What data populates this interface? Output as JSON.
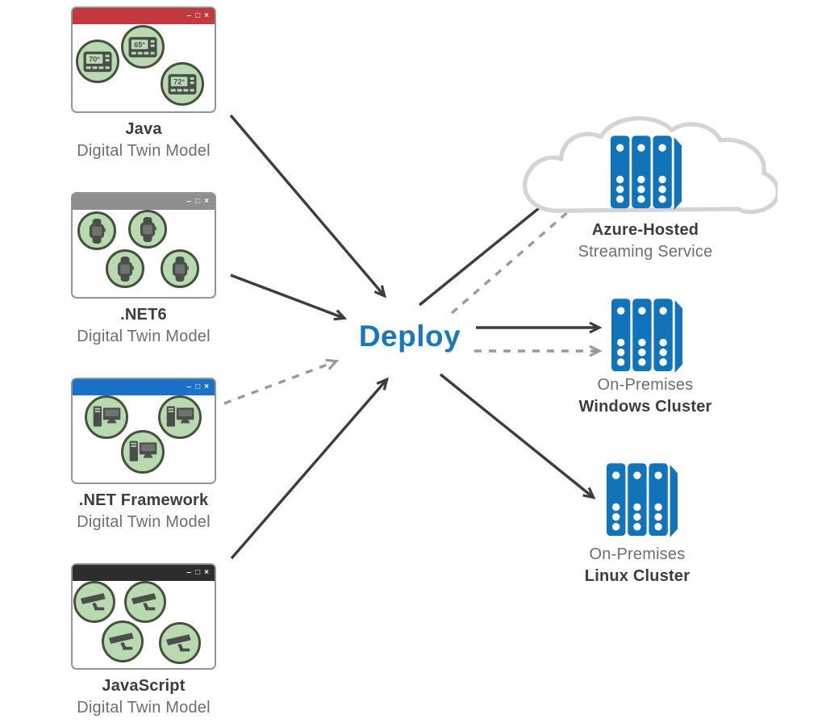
{
  "deploy_label": "Deploy",
  "window_controls": {
    "minimize": "–",
    "maximize": "□",
    "close": "×"
  },
  "sources": [
    {
      "name": "Java",
      "subtitle": "Digital Twin Model",
      "titlebar_color": "#c2383f",
      "device": "thermostat",
      "thermostat_readings": [
        "70°",
        "65°",
        "72°"
      ]
    },
    {
      "name": ".NET6",
      "subtitle": "Digital Twin Model",
      "titlebar_color": "#8e8e8e",
      "device": "smartwatch",
      "device_count": 4
    },
    {
      "name": ".NET Framework",
      "subtitle": "Digital Twin Model",
      "titlebar_color": "#1a71c6",
      "device": "desktop-computer",
      "device_count": 3
    },
    {
      "name": "JavaScript",
      "subtitle": "Digital Twin Model",
      "titlebar_color": "#2d2d2d",
      "device": "cctv-camera",
      "device_count": 4
    }
  ],
  "targets": [
    {
      "id": "azure-streaming",
      "lines": [
        {
          "text": "Azure-Hosted"
        },
        {
          "text": "Streaming Service"
        }
      ]
    },
    {
      "id": "windows-cluster",
      "lines": [
        {
          "text": "On-Premises"
        },
        {
          "text": "Windows Cluster"
        }
      ]
    },
    {
      "id": "linux-cluster",
      "lines": [
        {
          "text": "On-Premises"
        },
        {
          "text": "Linux Cluster"
        }
      ]
    }
  ],
  "colors": {
    "deploy_blue": "#1878bd",
    "server_blue": "#1174bb",
    "cloud_outline": "#d4d4d4",
    "arrow_solid": "#3d3d3d",
    "arrow_dashed": "#9a9a9a",
    "circle_fill": "#b9dab0",
    "circle_border": "#46503f",
    "device_gray": "#4a4f4a",
    "label_dark": "#3d3d3d",
    "label_gray": "#6e6e6e"
  }
}
